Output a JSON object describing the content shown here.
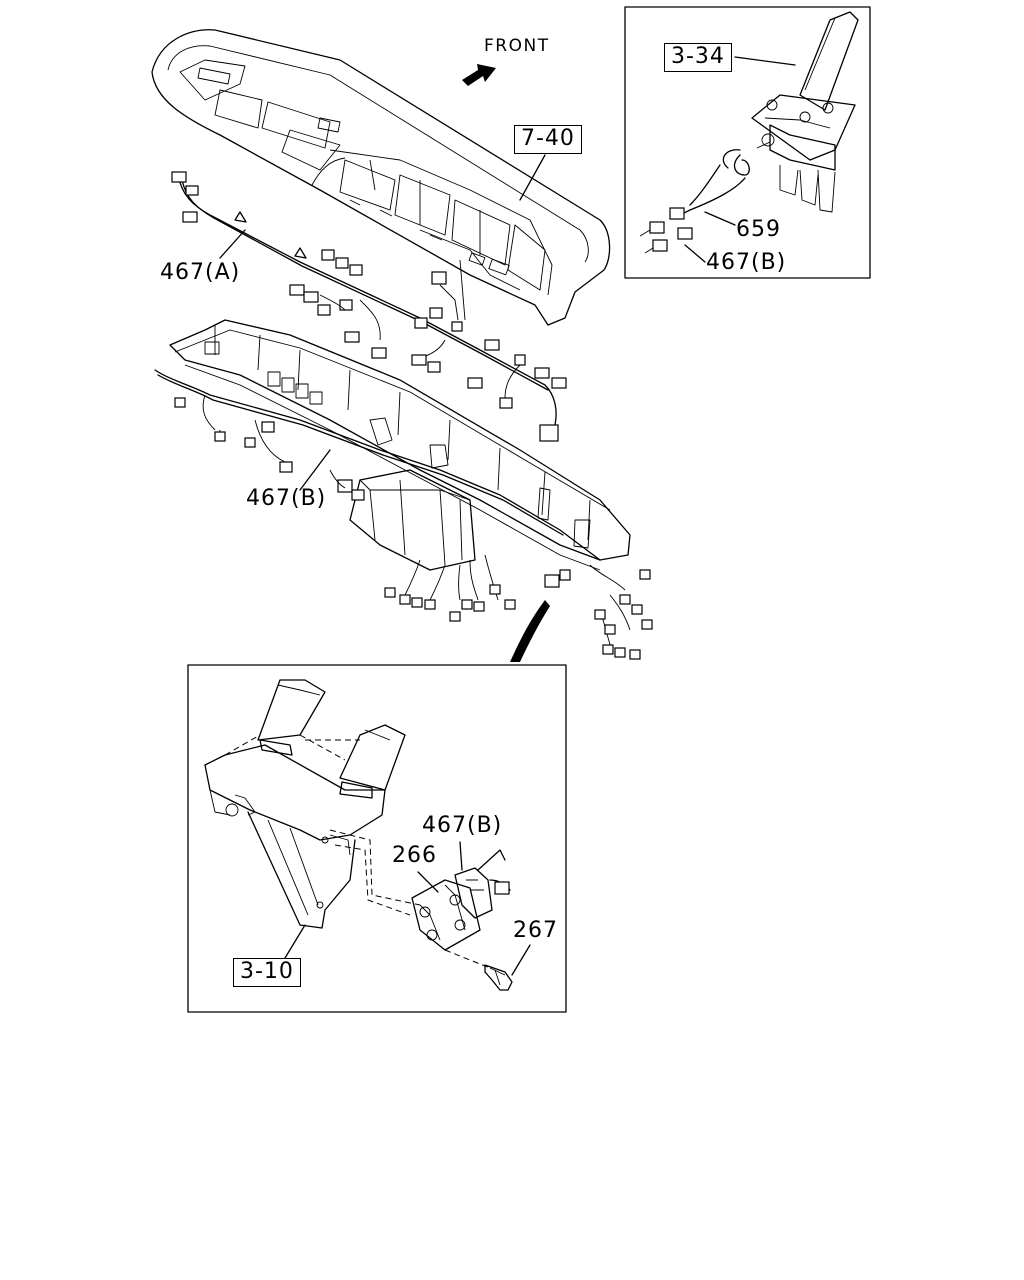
{
  "direction": {
    "label": "FRONT"
  },
  "callouts": {
    "ref_7_40": "7-40",
    "ref_3_34": "3-34",
    "ref_3_10": "3-10",
    "part_467A": "467(A)",
    "part_467B_main": "467(B)",
    "part_467B_inset_top": "467(B)",
    "part_467B_inset_bottom": "467(B)",
    "part_659": "659",
    "part_266": "266",
    "part_267": "267"
  }
}
